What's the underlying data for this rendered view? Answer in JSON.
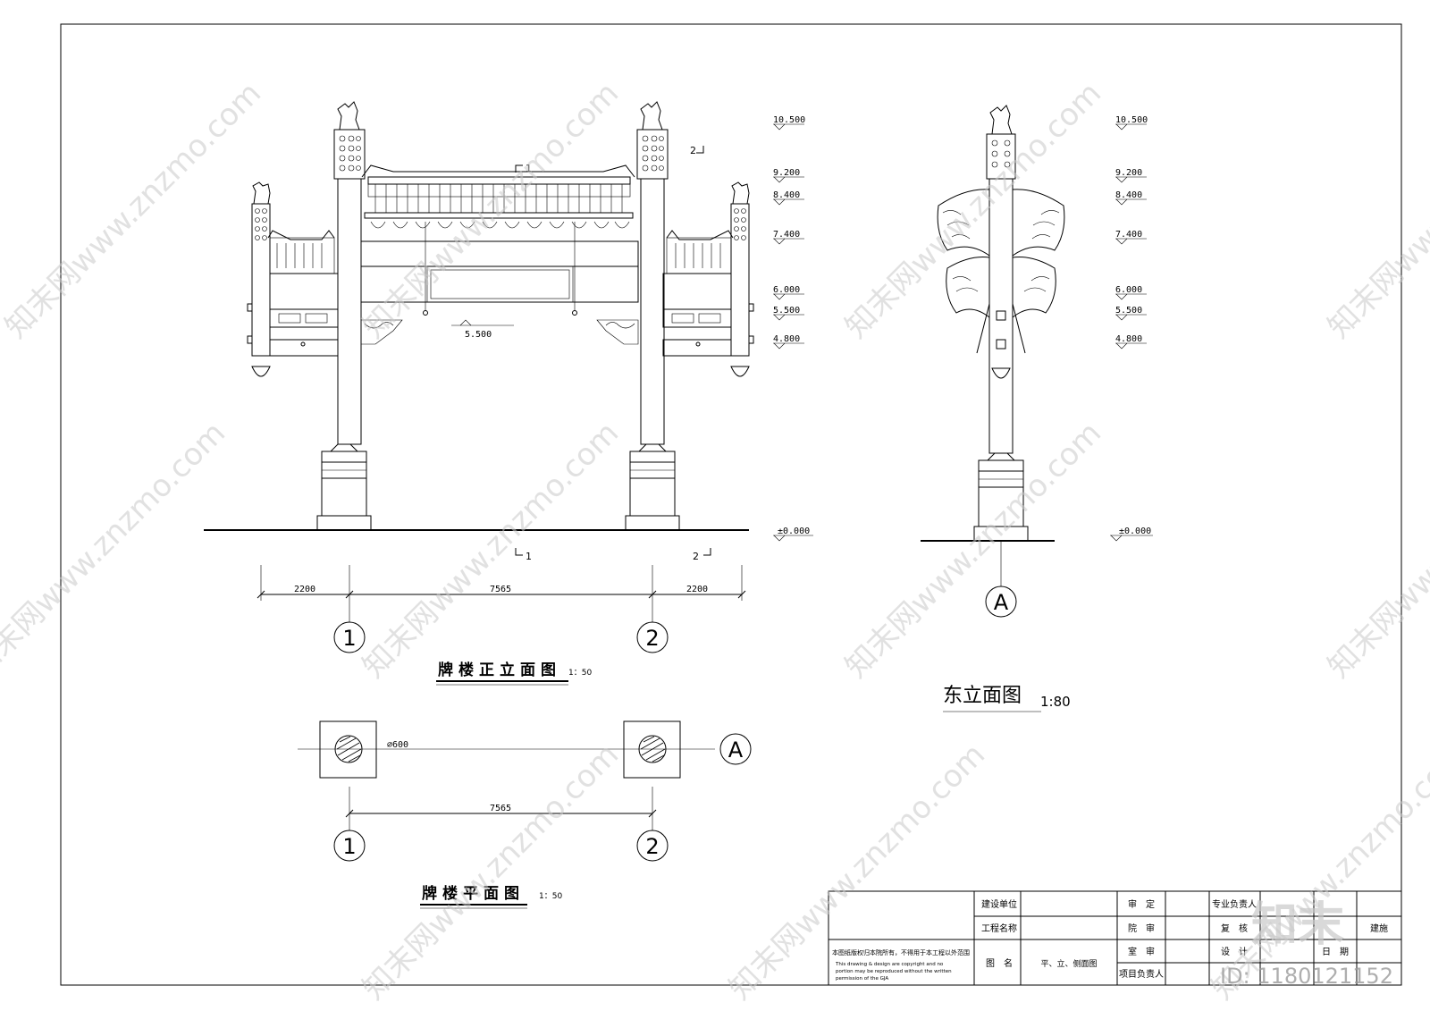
{
  "front_elevation": {
    "title": "牌楼正立面图",
    "scale": "1：50",
    "levels": [
      "10.500",
      "9.200",
      "8.400",
      "7.400",
      "6.000",
      "5.500",
      "4.800",
      "±0.000"
    ],
    "mid_level": "5.500",
    "section_marks": [
      "1",
      "2"
    ],
    "dims": [
      "2200",
      "7565",
      "2200"
    ],
    "axes": [
      "1",
      "2"
    ]
  },
  "east_elevation": {
    "title": "东立面图",
    "scale": "1:80",
    "levels": [
      "10.500",
      "9.200",
      "8.400",
      "7.400",
      "6.000",
      "5.500",
      "4.800",
      "±0.000"
    ],
    "axis": "A"
  },
  "plan": {
    "title": "牌楼平面图",
    "scale": "1：50",
    "diameter": "⌀600",
    "dim": "7565",
    "axes": [
      "1",
      "2"
    ],
    "axis_a": "A"
  },
  "title_block": {
    "copyright_cn": "本图纸版权归本院所有，不得用于本工程以外范围",
    "copyright_en": [
      "This drawing & design are copyright and no",
      "portion may be reproduced without the written",
      "permission of the GJA"
    ],
    "client_label": "建设单位",
    "project_label": "工程名称",
    "drawing_label": "图　名",
    "drawing_name": "平、立、侧面图",
    "approve_label": "审　定",
    "institute_review_label": "院　审",
    "office_review_label": "室　审",
    "project_lead_label": "项目负责人",
    "specialty_lead_label": "专业负责人",
    "recheck_label": "复　核",
    "design_label": "设　计",
    "date_label": "日　期",
    "status_value": "建施"
  },
  "watermark": {
    "brand": "知末",
    "id": "ID: 1180121152",
    "site": "知末网www.znzmo.com"
  }
}
